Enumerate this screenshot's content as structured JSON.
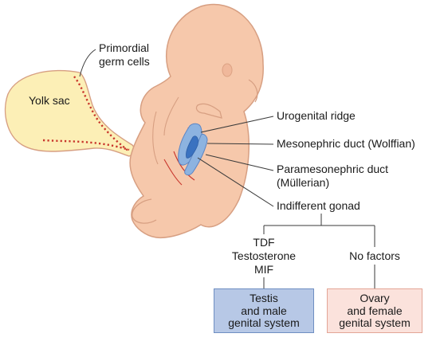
{
  "labels": {
    "yolk_sac": "Yolk sac",
    "primordial_germ_cells": [
      "Primordial",
      "germ cells"
    ],
    "urogenital_ridge": "Urogenital ridge",
    "mesonephric_duct": "Mesonephric duct (Wolffian)",
    "paramesonephric_duct": [
      "Paramesonephric duct",
      "(Müllerian)"
    ],
    "indifferent_gonad": "Indifferent gonad"
  },
  "branches": {
    "male_factors": [
      "TDF",
      "Testosterone",
      "MIF"
    ],
    "female_factors": "No factors",
    "male_outcome": [
      "Testis",
      "and male",
      "genital system"
    ],
    "female_outcome": [
      "Ovary",
      "and female",
      "genital system"
    ]
  },
  "colors": {
    "embryo_skin": "#f6c8ab",
    "embryo_outline": "#d79f82",
    "yolk_sac": "#fcefb6",
    "germ_cell_dots": "#c8352b",
    "duct_blue": "#8db3e0",
    "gonad_blue": "#3a72c0",
    "male_box_fill": "#b7c8e6",
    "male_box_border": "#6f8fc2",
    "female_box_fill": "#fbe2dc",
    "female_box_border": "#e3a596",
    "lines": "#3a3a3a"
  }
}
